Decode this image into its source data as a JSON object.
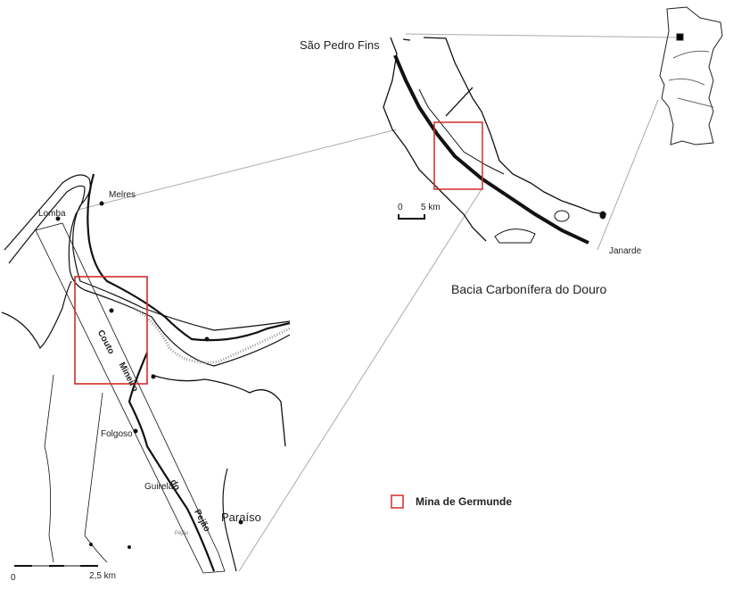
{
  "overview_map": {
    "title": "Bacia Carbonífera do Douro",
    "places": {
      "north": "São Pedro Fins",
      "south": "Janarde"
    },
    "scale": {
      "zero": "0",
      "end": "5 km"
    }
  },
  "detail_map": {
    "places": {
      "melres": "Melres",
      "lomba": "Lomba",
      "folgoso": "Folgoso",
      "guirela": "Guirela",
      "paraiso": "Paraíso",
      "pejao_small": "Pejão"
    },
    "concession_label": {
      "w1": "Couto",
      "w2": "Mineiro",
      "w3": "do",
      "w4": "Pejão"
    },
    "scale": {
      "zero": "0",
      "end": "2,5 km"
    }
  },
  "legend": {
    "label": "Mina de Germunde",
    "color": "#d42a2a"
  },
  "colors": {
    "highlight": "#d42a2a",
    "line": "#111111",
    "connector": "#aaaaaa"
  }
}
